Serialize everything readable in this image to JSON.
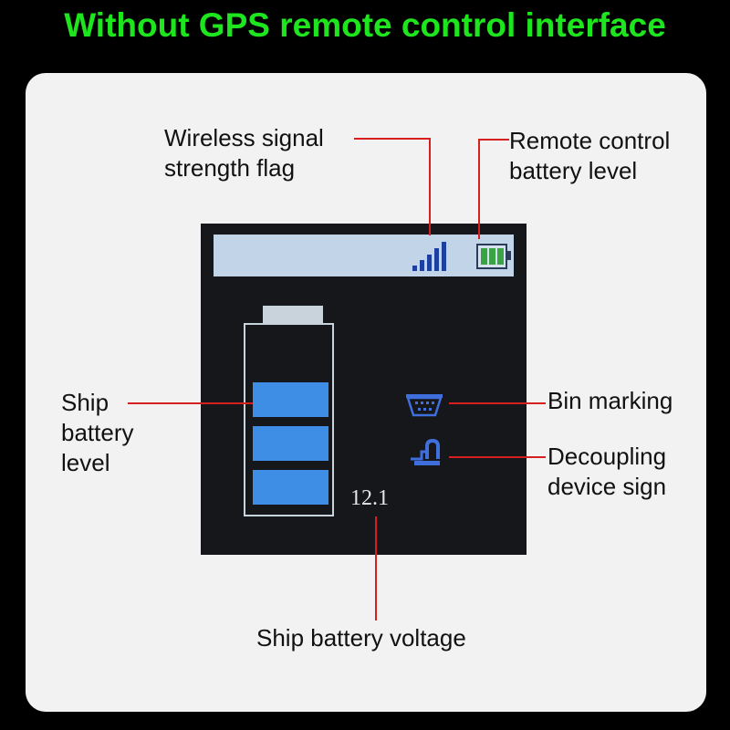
{
  "title": "Without GPS remote control interface",
  "labels": {
    "wireless_signal": [
      "Wireless signal",
      "strength flag"
    ],
    "remote_battery": [
      "Remote control",
      "battery level"
    ],
    "ship_battery": [
      "Ship",
      "battery",
      "level"
    ],
    "bin_marking": "Bin marking",
    "decoupling": [
      "Decoupling",
      "device sign"
    ],
    "ship_voltage": "Ship battery voltage"
  },
  "screen": {
    "voltage_value": "12.1",
    "signal_bars": 5,
    "remote_battery_cells": 3,
    "ship_battery_cells_filled": 3
  },
  "colors": {
    "title": "#1ee61e",
    "leader_line": "#d62020",
    "screen_bg": "#15171a",
    "status_bar": "#c2d4e8",
    "ship_cell": "#3f8ee6",
    "remote_cell": "#3aa344",
    "icon_blue": "#3f6fdc"
  },
  "icons": [
    "signal-strength-icon",
    "remote-battery-icon",
    "ship-battery-icon",
    "bin-icon",
    "decoupling-device-icon"
  ]
}
